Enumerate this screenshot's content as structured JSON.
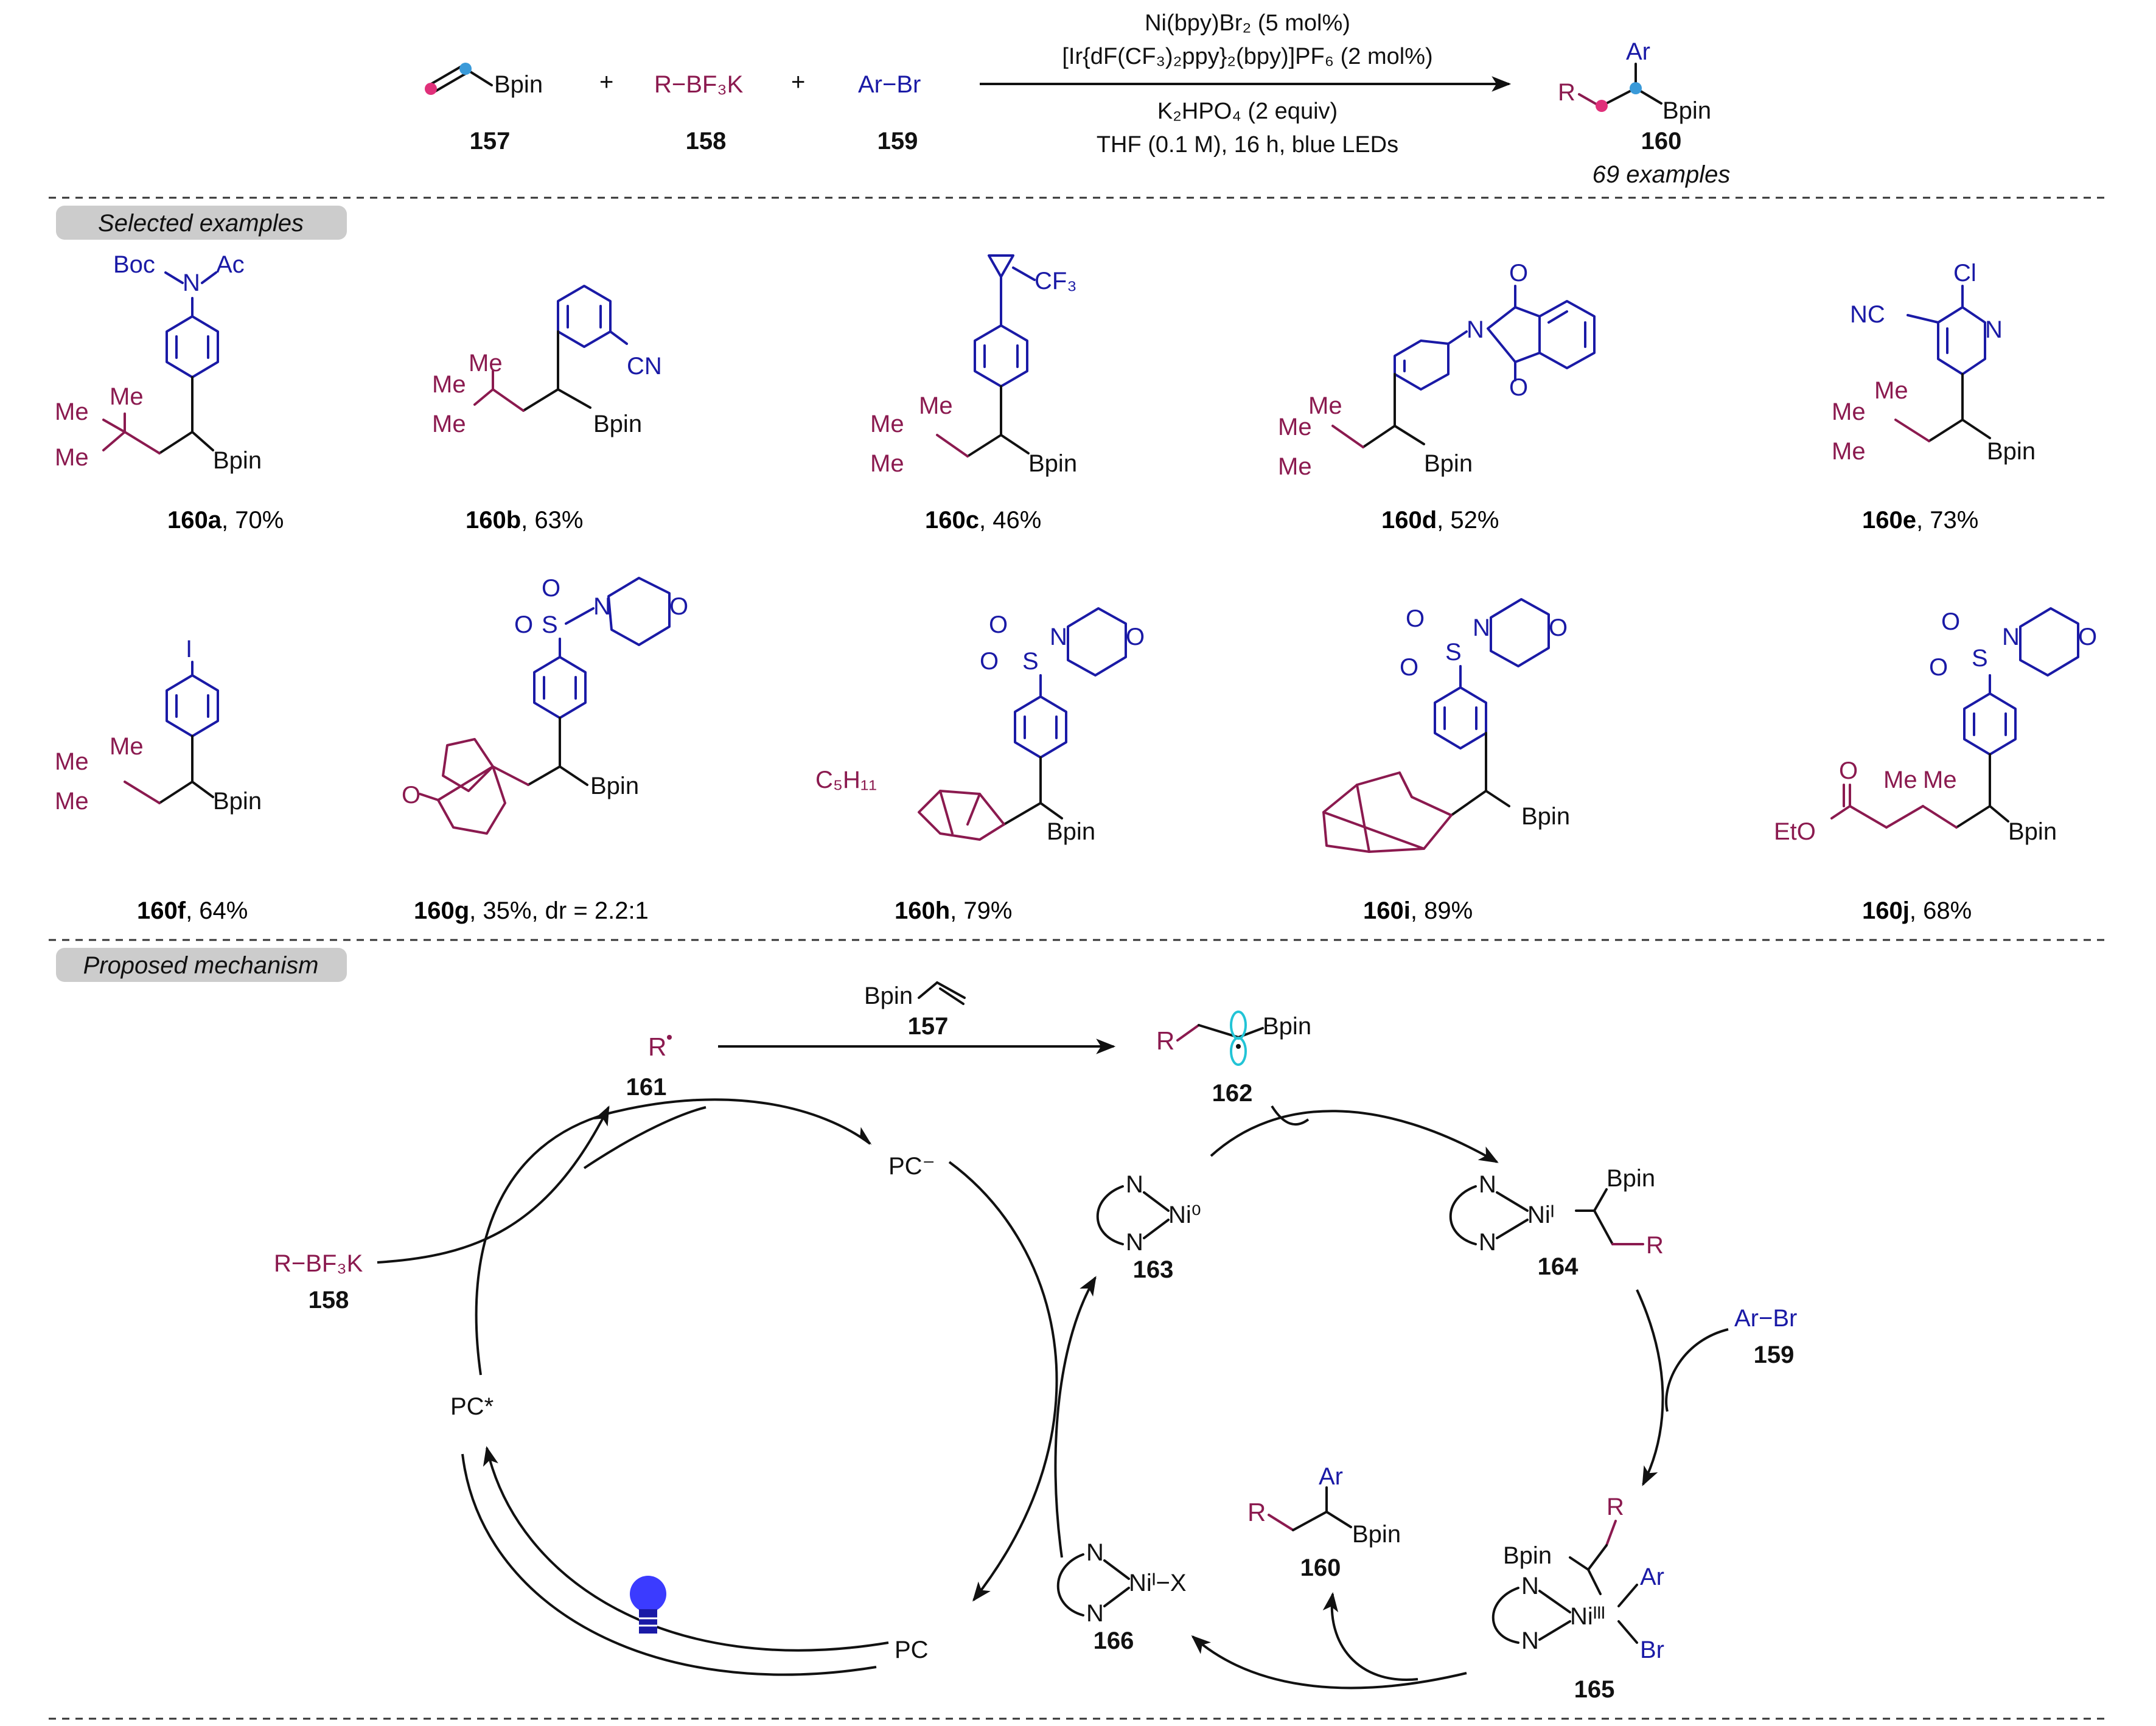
{
  "colors": {
    "radical_red": "#8b1a4f",
    "aryl_blue": "#1a1aa6",
    "text": "#111111",
    "section_header_bg": "#cccccc",
    "bulb": "#3b3bff"
  },
  "scheme": {
    "reagent_157_label": "Bpin",
    "reagent_157_number": "157",
    "plus": "+",
    "reagent_158_formula": "R−BF₃K",
    "reagent_158_number": "158",
    "reagent_159_formula": "Ar−Br",
    "reagent_159_number": "159",
    "conditions_above": [
      "Ni(bpy)Br₂ (5 mol%)",
      "[Ir{dF(CF₃)₂ppy}₂(bpy)]PF₆ (2 mol%)"
    ],
    "conditions_below": [
      "K₂HPO₄ (2 equiv)",
      "THF (0.1 M), 16 h, blue LEDs"
    ],
    "product_number": "160",
    "product_note": "69 examples",
    "product_labels": {
      "r": "R",
      "ar": "Ar",
      "bpin": "Bpin"
    }
  },
  "examples_header": "Selected examples",
  "examples": [
    {
      "id": "160a",
      "yield": ", 70%",
      "aryl_substituents": [
        "Boc",
        "N",
        "Ac"
      ]
    },
    {
      "id": "160b",
      "yield": ", 63%",
      "aryl_substituents": [
        "CN"
      ]
    },
    {
      "id": "160c",
      "yield": ", 46%",
      "aryl_substituents": [
        "CF₃"
      ]
    },
    {
      "id": "160d",
      "yield": ", 52%",
      "aryl_substituents": [
        "N",
        "O",
        "O"
      ]
    },
    {
      "id": "160e",
      "yield": ", 73%",
      "aryl_substituents": [
        "Cl",
        "NC",
        "N"
      ]
    },
    {
      "id": "160f",
      "yield": ", 64%",
      "aryl_substituents": [
        "I"
      ]
    },
    {
      "id": "160g",
      "yield": ", 35%, dr = 2.2:1",
      "aryl_substituents": [
        "O",
        "S",
        "N",
        "O"
      ]
    },
    {
      "id": "160h",
      "yield": ", 79%",
      "aryl_substituents": [
        "O",
        "S",
        "N",
        "O"
      ]
    },
    {
      "id": "160i",
      "yield": ", 89%",
      "aryl_substituents": [
        "O",
        "S",
        "N",
        "O"
      ]
    },
    {
      "id": "160j",
      "yield": ", 68%",
      "aryl_substituents": [
        "O",
        "S",
        "N",
        "O"
      ]
    }
  ],
  "alkyl_labels": {
    "me": "Me",
    "bpin": "Bpin",
    "c5h11": "C₅H₁₁",
    "o": "O",
    "eto": "EtO"
  },
  "mechanism_header": "Proposed mechanism",
  "mechanism": {
    "r_radical": "R",
    "n161": "161",
    "vinyl_bpin": "Bpin",
    "n157": "157",
    "n162": "162",
    "pc_minus": "PC⁻",
    "pc_star": "PC*",
    "pc": "PC",
    "rbf3k": "R−BF₃K",
    "n158": "158",
    "ni0": "Ni⁰",
    "n163": "163",
    "ni_i": "Niᴵ",
    "n164": "164",
    "arbr": "Ar−Br",
    "n159": "159",
    "ni_iii": "Niᴵᴵᴵ",
    "n165": "165",
    "ni_x": "Niᴵ−X",
    "n166": "166",
    "n160": "160",
    "n_atom": "N",
    "ar": "Ar",
    "br": "Br",
    "bpin": "Bpin",
    "r": "R"
  }
}
